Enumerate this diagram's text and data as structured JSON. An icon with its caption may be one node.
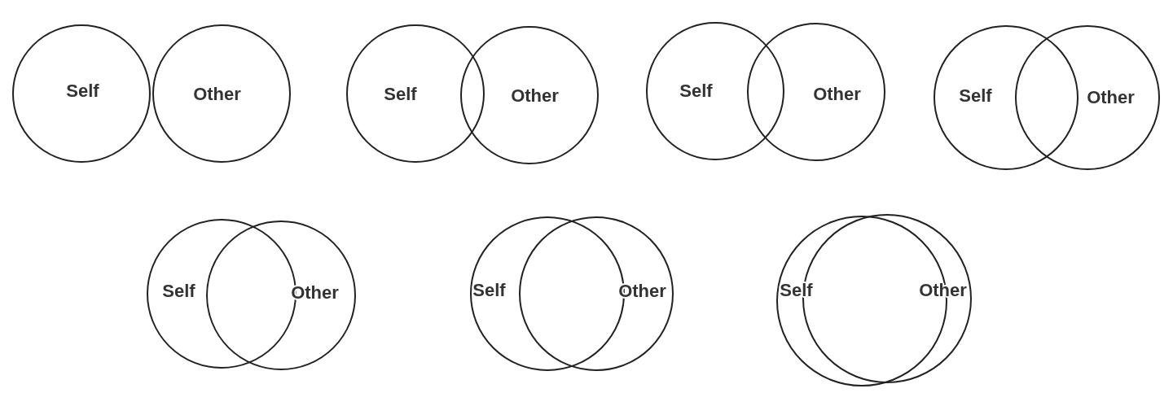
{
  "diagram": {
    "nodes": [
      {
        "text": [
          "Self"
        ]
      },
      {
        "text": [
          "Other"
        ]
      },
      {
        "text": [
          "Self"
        ]
      },
      {
        "text": [
          "Other"
        ]
      },
      {
        "text": [
          "Self"
        ]
      },
      {
        "text": [
          "Other"
        ]
      },
      {
        "text": [
          "Self"
        ]
      },
      {
        "text": [
          "Other"
        ]
      },
      {
        "text": [
          "Self"
        ]
      },
      {
        "text": [
          "Other"
        ]
      },
      {
        "text": [
          "Self"
        ]
      },
      {
        "text": [
          "Other"
        ]
      },
      {
        "text": [
          "Self"
        ]
      },
      {
        "text": [
          "Other"
        ]
      }
    ],
    "edges": []
  }
}
